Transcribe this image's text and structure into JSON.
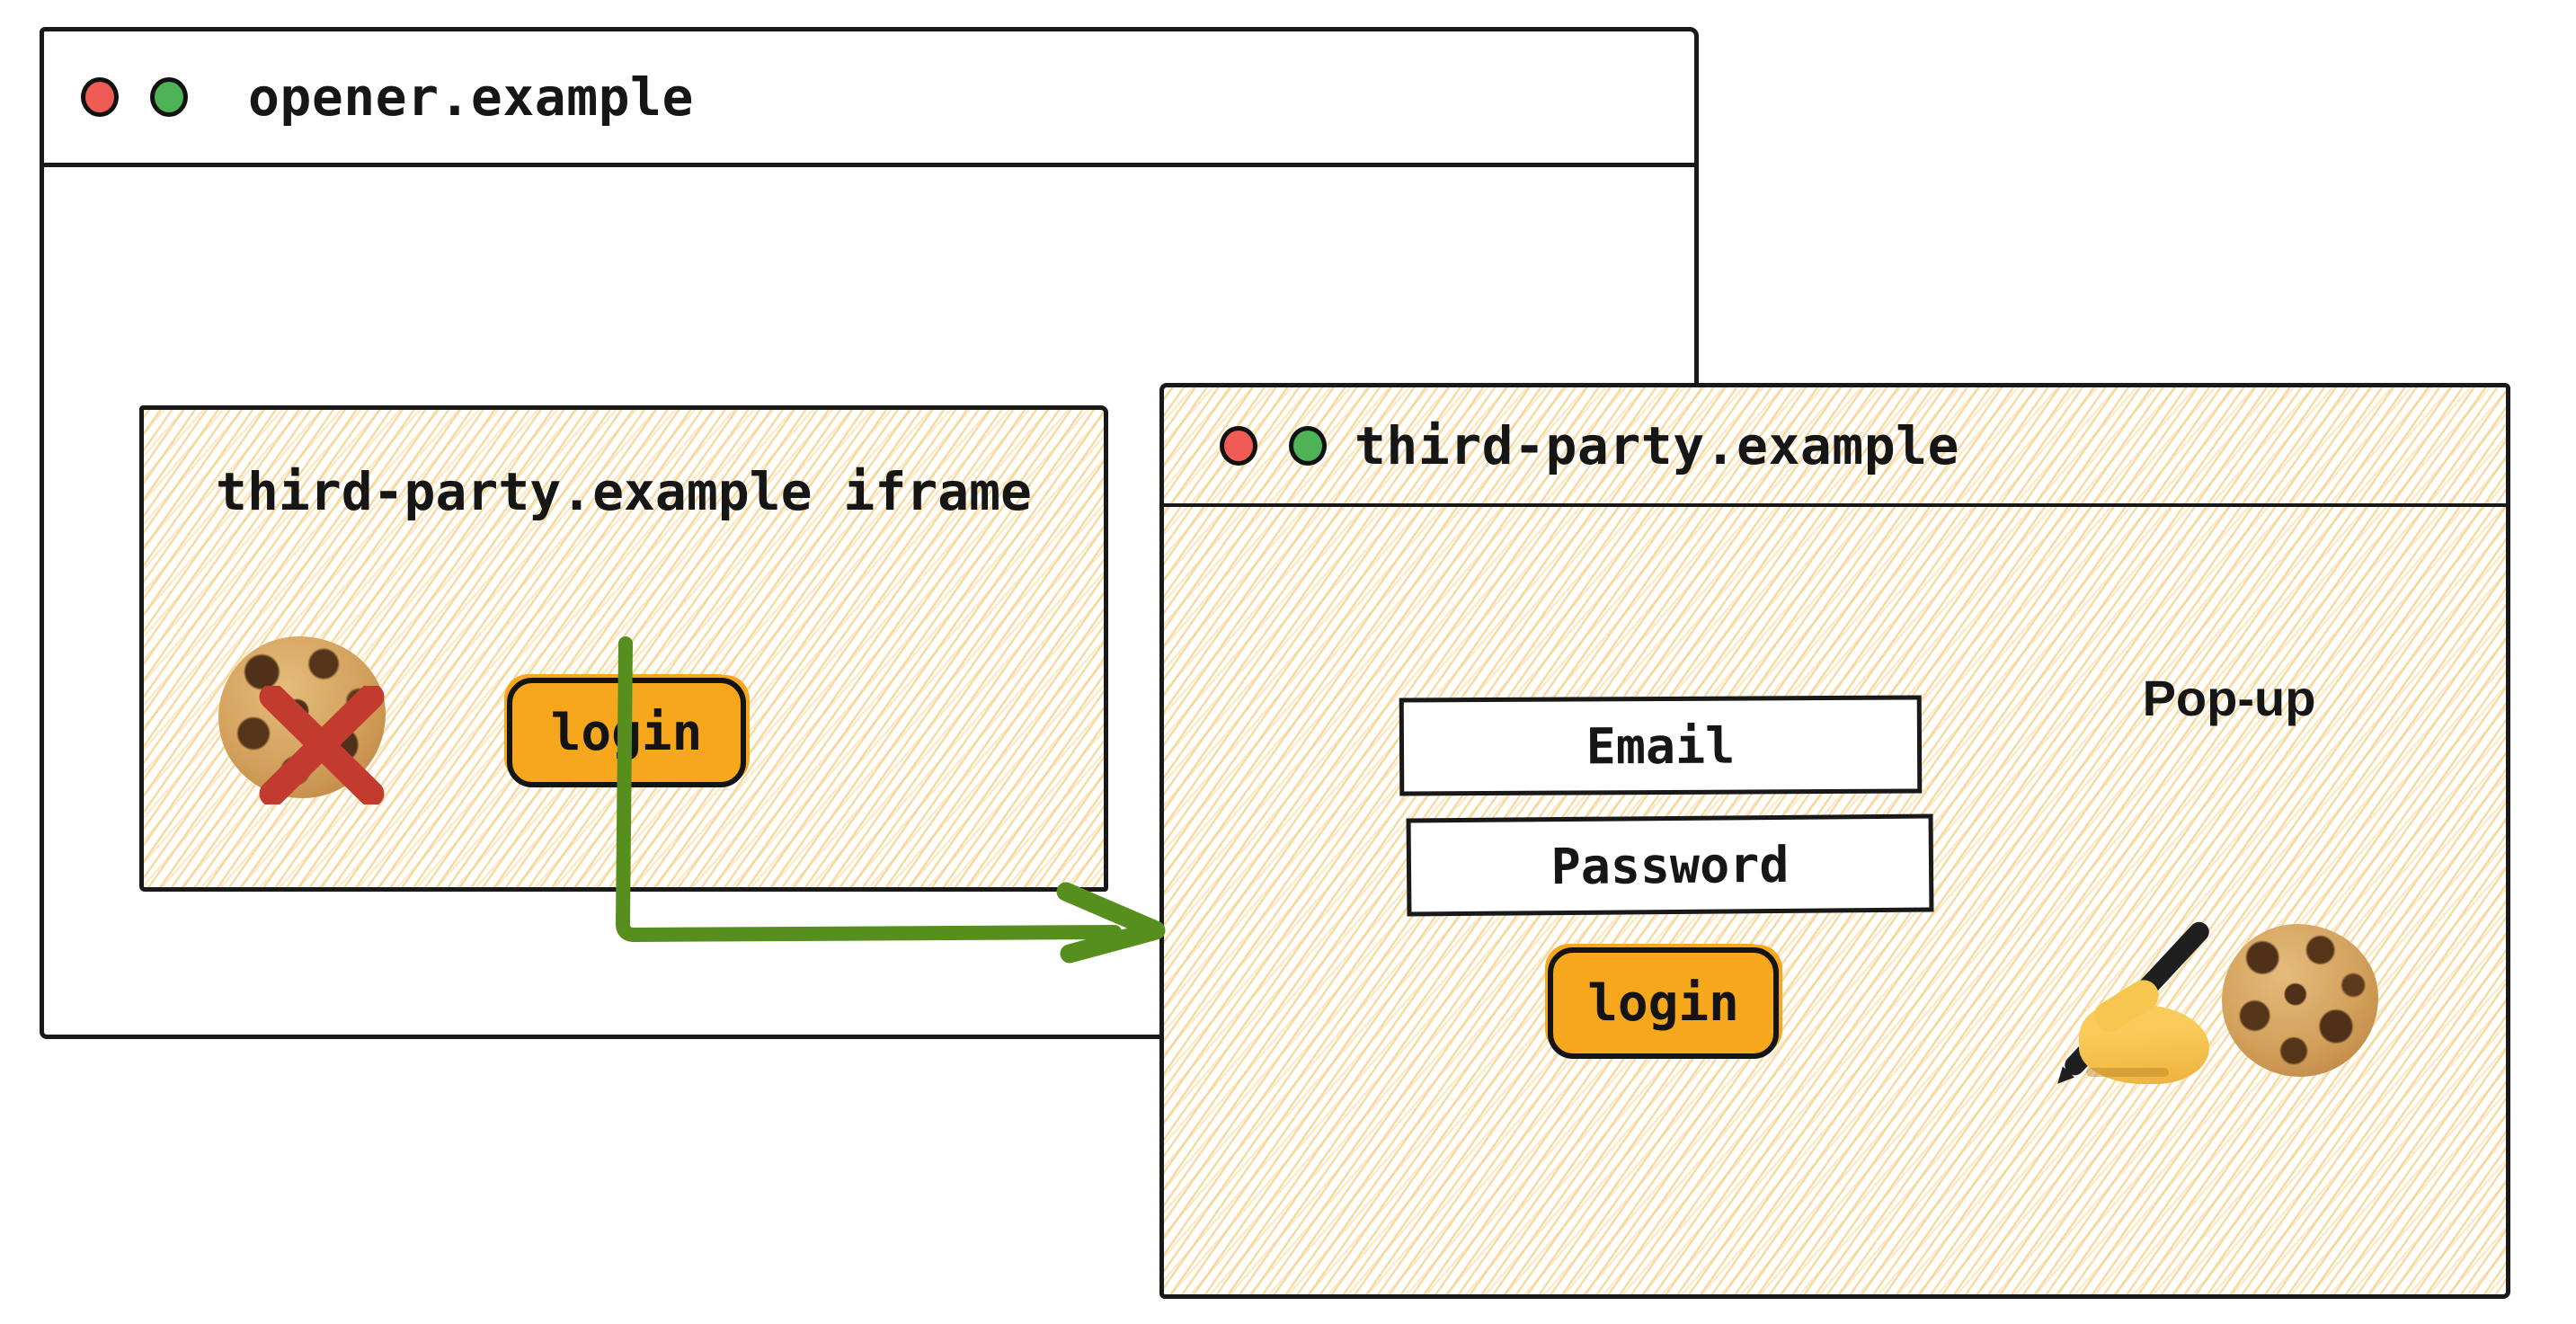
{
  "opener_window": {
    "title": "opener.example",
    "traffic_lights": [
      "red",
      "green"
    ],
    "iframe": {
      "label": "third-party.example iframe",
      "login_button_label": "login",
      "blocked_cookie_icon": "cookie-with-red-x"
    }
  },
  "popup_window": {
    "title": "third-party.example",
    "traffic_lights": [
      "red",
      "green"
    ],
    "annotation_label": "Pop-up",
    "email_field_label": "Email",
    "password_field_label": "Password",
    "login_button_label": "login",
    "icons": [
      "writing-hand",
      "cookie"
    ]
  },
  "arrow": {
    "from": "iframe-login-button",
    "to": "popup-window",
    "color": "#578F1E"
  },
  "colors": {
    "accent_orange": "#F7A71C",
    "arrow_green": "#578F1E",
    "blocked_x_red": "#C23B2E",
    "traffic_red": "#F15B55",
    "traffic_green": "#4DB356",
    "hatch_yellow": "#F6D9A1",
    "ink_black": "#191919"
  }
}
